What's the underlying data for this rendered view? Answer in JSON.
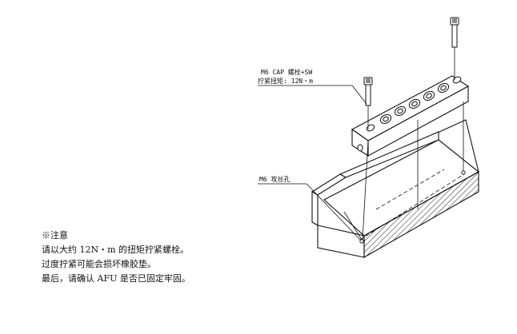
{
  "labels": {
    "bolt_spec": "M6 CAP 螺栓+SW",
    "torque_spec": "拧紧扭矩: 12N・m",
    "tap_hole": "M6 攻丝孔"
  },
  "notes": {
    "heading": "※注意",
    "line1": "请以大约 12N・m 的扭矩拧紧螺栓。",
    "line2": "过度拧紧可能会损坏橡胶垫。",
    "line3": "最后，请确认 AFU 是否已固定牢固。"
  }
}
